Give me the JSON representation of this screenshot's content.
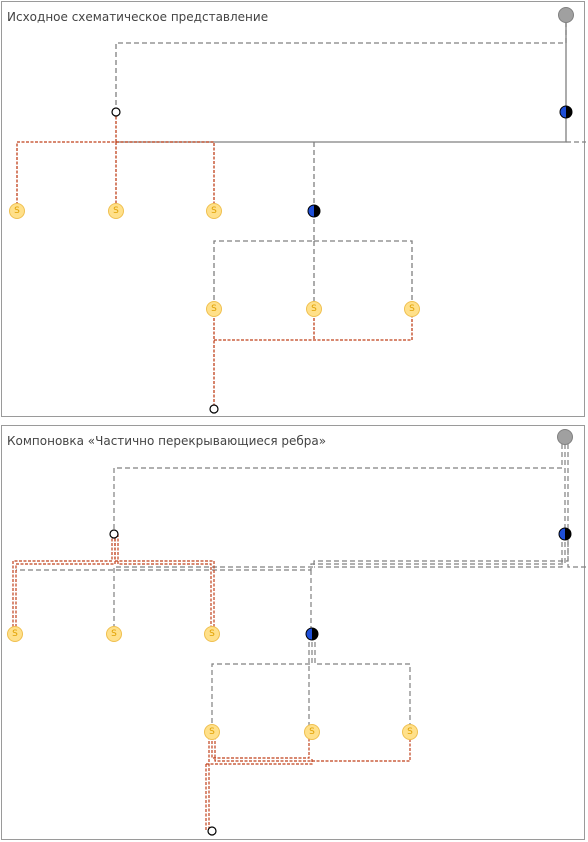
{
  "panels": [
    {
      "title": "Исходное схематическое представление"
    },
    {
      "title": "Компоновка «Частично перекрывающиеся ребра»"
    }
  ],
  "legend_glyphs": {
    "subscriber_letter": "S"
  },
  "colors": {
    "background": "#ffffff",
    "border": "#9a9a9a",
    "gray_edge": "#808080",
    "red_edge": "#c0401a",
    "subscriber_fill": "#ffe08a",
    "subscriber_stroke": "#f0c050",
    "device_blue": "#1e4fd8",
    "source_gray": "#a0a0a0"
  }
}
